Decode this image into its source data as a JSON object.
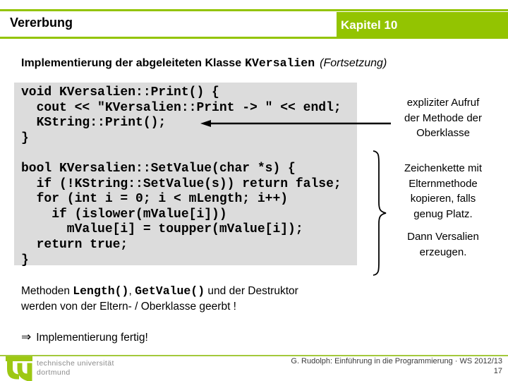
{
  "header": {
    "title": "Vererbung",
    "chapter": "Kapitel 10"
  },
  "heading": {
    "prefix": "Implementierung der abgeleiteten Klasse",
    "class_name": "KVersalien",
    "suffix": "(Fortsetzung)"
  },
  "code": {
    "block1_lines": [
      "void KVersalien::Print() {",
      "  cout << \"KVersalien::Print -> \" << endl;",
      "  KString::Print();",
      "}"
    ],
    "block2_lines": [
      "bool KVersalien::SetValue(char *s) {",
      "  if (!KString::SetValue(s)) return false;",
      "  for (int i = 0; i < mLength; i++)",
      "    if (islower(mValue[i]))",
      "      mValue[i] = toupper(mValue[i]);",
      "  return true;",
      "}"
    ]
  },
  "annotations": {
    "callout1_lines": [
      "expliziter Aufruf",
      "der Methode der",
      "Oberklasse"
    ],
    "callout2_lines": [
      "Zeichenkette mit",
      "Elternmethode",
      "kopieren, falls",
      "genug Platz."
    ],
    "callout3_lines": [
      "Dann Versalien",
      "erzeugen."
    ]
  },
  "note": {
    "t1": "Methoden ",
    "code1": "Length()",
    "t2": ", ",
    "code2": "GetValue()",
    "t3": " und der Destruktor",
    "line2": "werden von der Eltern- / Oberklasse geerbt !"
  },
  "conclusion": {
    "arrow": "⇒",
    "text": "Implementierung fertig!"
  },
  "footer": {
    "university_line1": "technische universität",
    "university_line2": "dortmund",
    "credit": "G. Rudolph: Einführung in die Programmierung · WS 2012/13",
    "page_number": "17"
  },
  "colors": {
    "accent_green": "#93C401",
    "logo_green": "#9DC813",
    "code_background": "#DCDCDC",
    "footer_gray_text": "#8A8A8A"
  }
}
